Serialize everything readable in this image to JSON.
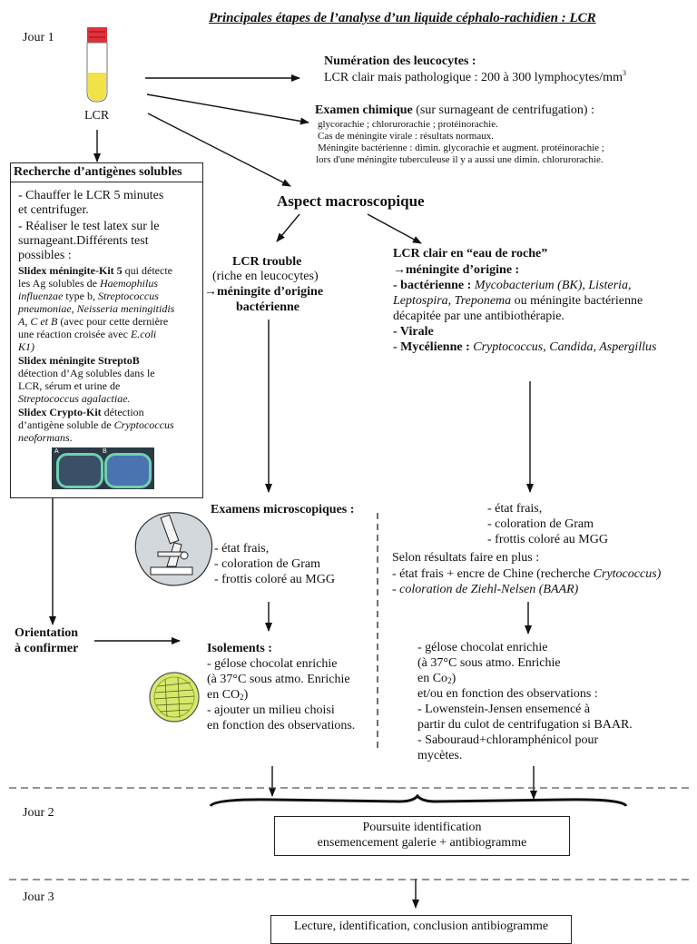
{
  "title": "Principales étapes de l’analyse d’un liquide céphalo-rachidien : LCR",
  "days": {
    "d1": "Jour 1",
    "d2": "Jour 2",
    "d3": "Jour 3"
  },
  "tube_label": "LCR",
  "numeration": {
    "heading": "Numération des leucocytes :",
    "line": "LCR clair mais pathologique : 200 à 300 lymphocytes/mm",
    "sup": "3"
  },
  "examen_chimique": {
    "heading": "Examen chimique",
    "heading_rest": " (sur surnageant de centrifugation) :",
    "lines": [
      "glycorachie ; chlorurorachie ;  protéinorachie.",
      "Cas de méningite virale : résultats normaux.",
      "Méningite bactérienne :  dimin. glycorachie et  augment. protéinorachie ;",
      "lors d'une méningite tuberculeuse il y a aussi une  dimin.  chlorurorachie."
    ]
  },
  "antigen_box": {
    "heading": "Recherche d’antigènes solubles",
    "l1": "- Chauffer le LCR 5 minutes",
    "l2": "et centrifuger.",
    "l3": "- Réaliser le test latex sur le",
    "l4": "surnageant.Différents test",
    "l5": "possibles :",
    "k1_bold": "Slidex méningite-Kit 5",
    "k1_rest": " qui détecte",
    "k2": "les Ag solubles de ",
    "k2_italic": "Haemophilus",
    "k3_italic": "influenzae",
    "k3_rest": " type b, ",
    "k3_italic2": "Streptococcus",
    "k4_italic": "pneumoniae, Neisseria meningitidis",
    "k5_italic": "A, C et B",
    "k5_rest": " (avec pour cette dernière",
    "k6": "une réaction croisée avec ",
    "k6_italic": "E.coli",
    "k7_italic": "K1)",
    "s1_bold": "Slidex méningite StreptoB",
    "s2": "détection d’Ag solubles dans le",
    "s3": "LCR, sérum et urine de",
    "s4_italic": "Streptococcus agalactiae.",
    "c1_bold": "Slidex Crypto-Kit",
    "c1_rest": " détection",
    "c2": "d’antigène soluble de ",
    "c2_italic": "Cryptococcus",
    "c3_italic": "neoformans",
    "c3_rest": ".",
    "photo_a": "A",
    "photo_b": "B"
  },
  "aspect_macro": "Aspect macroscopique",
  "trouble": {
    "heading": "LCR trouble",
    "l2": "(riche en leucocytes)",
    "l3": "→méningite d’origine",
    "l4": "bactérienne"
  },
  "clair": {
    "heading": "LCR clair en “eau de roche”",
    "l2": "→méningite d’origine :",
    "bact_label": "- bactérienne : ",
    "bact_italic": "Mycobacterium (BK), Listeria,",
    "l4_italic": "Leptospira, Treponema",
    "l4_rest": " ou méningite bactérienne",
    "l5": "décapitée par une antibiothérapie.",
    "virale": "- Virale",
    "myc_label": "- Mycélienne : ",
    "myc_italic": "Cryptococcus, Candida, Aspergillus"
  },
  "micro_left": {
    "heading": "Examens microscopiques :",
    "items": [
      "- état frais,",
      "- coloration de Gram",
      "- frottis coloré au MGG"
    ]
  },
  "micro_right": {
    "items": [
      "- état frais,",
      "- coloration de Gram",
      "- frottis coloré au MGG"
    ],
    "selon": "Selon résultats faire en plus :",
    "encre": "- état frais + encre de Chine (recherche ",
    "encre_italic": "Crytococcus)",
    "ziehl": "- coloration de Ziehl-Nelsen (BAAR)"
  },
  "orientation": {
    "l1": "Orientation",
    "l2": "à confirmer"
  },
  "isolements_left": {
    "heading": "Isolements :",
    "l1": "- gélose chocolat enrichie",
    "l2": "(à 37°C sous atmo. Enrichie",
    "l3": "en CO",
    "l3_sub": "2",
    "l3_end": ")",
    "l4": "- ajouter un milieu choisi",
    "l5": "en fonction des observations."
  },
  "isolements_right": {
    "l1": "- gélose chocolat enrichie",
    "l2": "(à 37°C sous atmo. Enrichie",
    "l3": "en Co",
    "l3_sub": "2",
    "l3_end": ")",
    "l4": "et/ou en fonction des observations :",
    "l5": "- Lowenstein-Jensen ensemencé à",
    "l6": "partir du culot de centrifugation si BAAR.",
    "l7": "- Sabouraud+chloramphénicol pour",
    "l8": "mycètes."
  },
  "poursuite": {
    "l1": "Poursuite identification",
    "l2": "ensemencement galerie + antibiogramme"
  },
  "lecture": "Lecture, identification, conclusion antibiogramme",
  "colors": {
    "tube_cap": "#e0313a",
    "tube_liquid": "#f1e24a",
    "petri": "#d7e86a",
    "latex_bg": "#2b3a44",
    "ring": "#6fd0b0"
  }
}
